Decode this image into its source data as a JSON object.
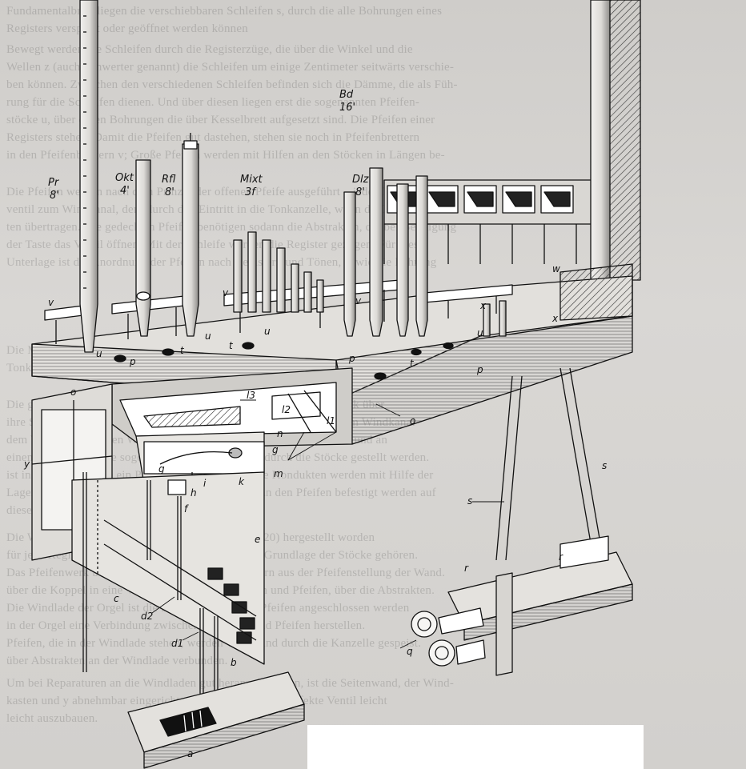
{
  "figure": {
    "labels": {
      "Pr": "Pr",
      "Pr_size": "8'",
      "Okt": "Okt",
      "Okt_size": "4'",
      "Rfl": "Rfl",
      "Rfl_size": "8'",
      "Mixt": "Mixt",
      "Mixt_size": "3f",
      "Dlz": "Dlz",
      "Dlz_size": "8'",
      "Bd": "Bd",
      "Bd_size": "16'",
      "a": "a",
      "b": "b",
      "c": "c",
      "d1": "d1",
      "d2": "d2",
      "e": "e",
      "f": "f",
      "g": "g",
      "h": "h",
      "i": "i",
      "k": "k",
      "l1": "l1",
      "l2": "l2",
      "l3": "l3",
      "m": "m",
      "n": "n",
      "o": "o",
      "p": "p",
      "q": "q",
      "r": "r",
      "s": "s",
      "t": "t",
      "u": "u",
      "v": "v",
      "w": "w",
      "x": "x",
      "y": "y"
    }
  },
  "colors": {
    "ink": "#111111",
    "paper": "#d6d4d1",
    "hatch": "#333333"
  }
}
